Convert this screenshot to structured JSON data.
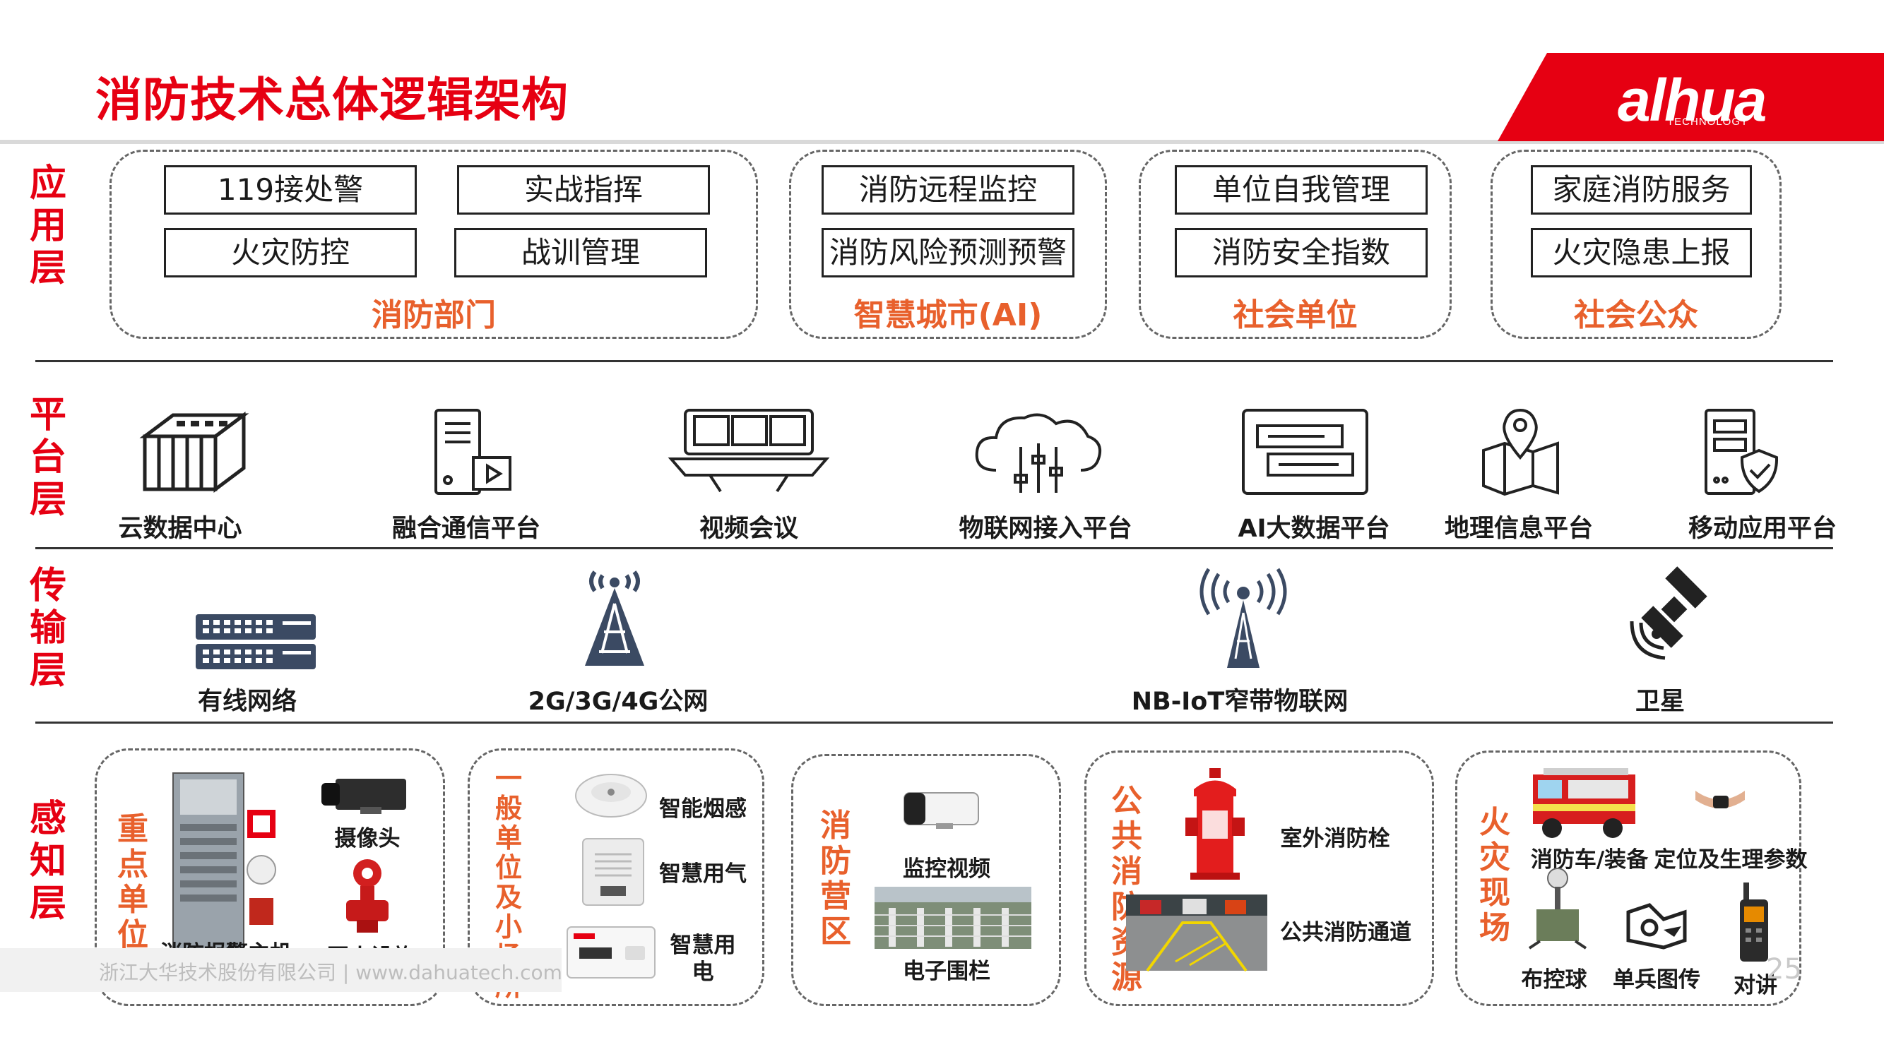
{
  "title": "消防技术总体逻辑架构",
  "brand": {
    "logo": "alhua",
    "sub": "TECHNOLOGY",
    "color": "#e60012"
  },
  "layers": {
    "app": "应用层",
    "platform": "平台层",
    "transport": "传输层",
    "sense": "感知层"
  },
  "app_groups": [
    {
      "name": "消防部门",
      "items": [
        "119接处警",
        "实战指挥",
        "火灾防控",
        "战训管理"
      ]
    },
    {
      "name": "智慧城市(AI)",
      "items": [
        "消防远程监控",
        "消防风险预测预警"
      ]
    },
    {
      "name": "社会单位",
      "items": [
        "单位自我管理",
        "消防安全指数"
      ]
    },
    {
      "name": "社会公众",
      "items": [
        "家庭消防服务",
        "火灾隐患上报"
      ]
    }
  ],
  "platform_items": [
    {
      "label": "云数据中心",
      "icon": "data-center-icon"
    },
    {
      "label": "融合通信平台",
      "icon": "server-video-icon"
    },
    {
      "label": "视频会议",
      "icon": "video-conference-icon"
    },
    {
      "label": "物联网接入平台",
      "icon": "cloud-iot-icon"
    },
    {
      "label": "AI大数据平台",
      "icon": "ai-bigdata-icon"
    },
    {
      "label": "地理信息平台",
      "icon": "map-pin-icon"
    },
    {
      "label": "移动应用平台",
      "icon": "secure-server-icon"
    }
  ],
  "transport_items": [
    {
      "label": "有线网络",
      "icon": "switch-icon"
    },
    {
      "label": "2G/3G/4G公网",
      "icon": "cell-tower-icon"
    },
    {
      "label": "NB-IoT窄带物联网",
      "icon": "radio-tower-icon"
    },
    {
      "label": "卫星",
      "icon": "satellite-icon"
    }
  ],
  "sense_groups": [
    {
      "name": "重点单位",
      "devices": [
        "消防报警主机",
        "摄像头",
        "灭火设施"
      ]
    },
    {
      "name": "一般单位及小场所",
      "devices": [
        "智能烟感",
        "智慧用气",
        "智慧用电"
      ]
    },
    {
      "name": "消防营区",
      "devices": [
        "监控视频",
        "电子围栏"
      ]
    },
    {
      "name": "公共消防资源",
      "devices": [
        "室外消防栓",
        "公共消防通道"
      ]
    },
    {
      "name": "火灾现场",
      "devices": [
        "消防车/装备",
        "定位及生理参数",
        "布控球",
        "单兵图传",
        "对讲"
      ]
    }
  ],
  "footer": "浙江大华技术股份有限公司 | www.dahuatech.com",
  "page_number": "25",
  "colors": {
    "accent": "#e60012",
    "group_orange": "#e8602c",
    "icon_blue": "#3b4a63"
  }
}
